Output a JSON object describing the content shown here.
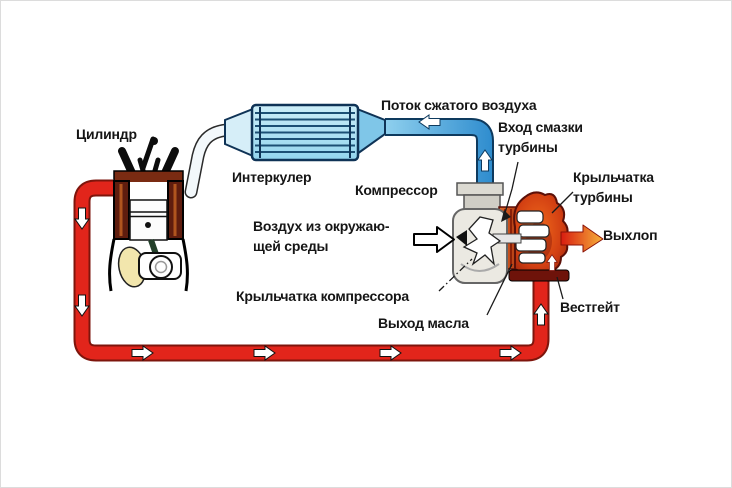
{
  "diagram": {
    "subject": "turbocharger-system-schematic",
    "labels": {
      "cylinder": "Цилиндр",
      "intercooler": "Интеркулер",
      "compressed_air_flow": "Поток сжатого воздуха",
      "turbine_oil_inlet": "Вход смазки\nтурбины",
      "compressor": "Компрессор",
      "turbine_impeller": "Крыльчатка\nтурбины",
      "ambient_air": "Воздух из окружаю-\nщей среды",
      "exhaust": "Выхлоп",
      "compressor_impeller": "Крыльчатка компрессора",
      "oil_outlet": "Выход масла",
      "wastegate": "Вестгейт"
    },
    "colors": {
      "exhaust_pipe_fill": "#e2251b",
      "exhaust_pipe_outline": "#7e150c",
      "boost_pipe_outline": "#0e3a5e",
      "intercooler_fill": "#b6e4f4",
      "intercooler_outline": "#0f3356",
      "turbine_housing": "#cc3b14",
      "compressor_housing": "#ebe9e2",
      "label_text": "#151515",
      "flow_arrow_fill": "#ffffff"
    },
    "flow_arrows": {
      "exhaust_loop_count": 7,
      "boost_pipe_count": 2
    }
  }
}
